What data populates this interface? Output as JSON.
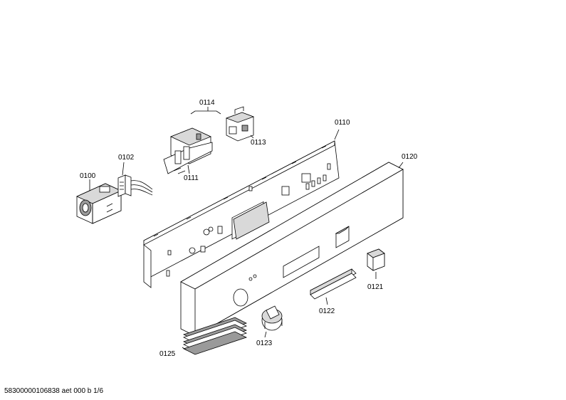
{
  "parts": [
    {
      "id": "p0100",
      "label": "0100"
    },
    {
      "id": "p0102",
      "label": "0102"
    },
    {
      "id": "p0110",
      "label": "0110"
    },
    {
      "id": "p0111",
      "label": "0111"
    },
    {
      "id": "p0113",
      "label": "0113"
    },
    {
      "id": "p0114",
      "label": "0114"
    },
    {
      "id": "p0120",
      "label": "0120"
    },
    {
      "id": "p0121",
      "label": "0121"
    },
    {
      "id": "p0122",
      "label": "0122"
    },
    {
      "id": "p0123",
      "label": "0123"
    },
    {
      "id": "p0125",
      "label": "0125"
    }
  ],
  "footer": {
    "text": "58300000106838 aet 000 b 1/6"
  }
}
